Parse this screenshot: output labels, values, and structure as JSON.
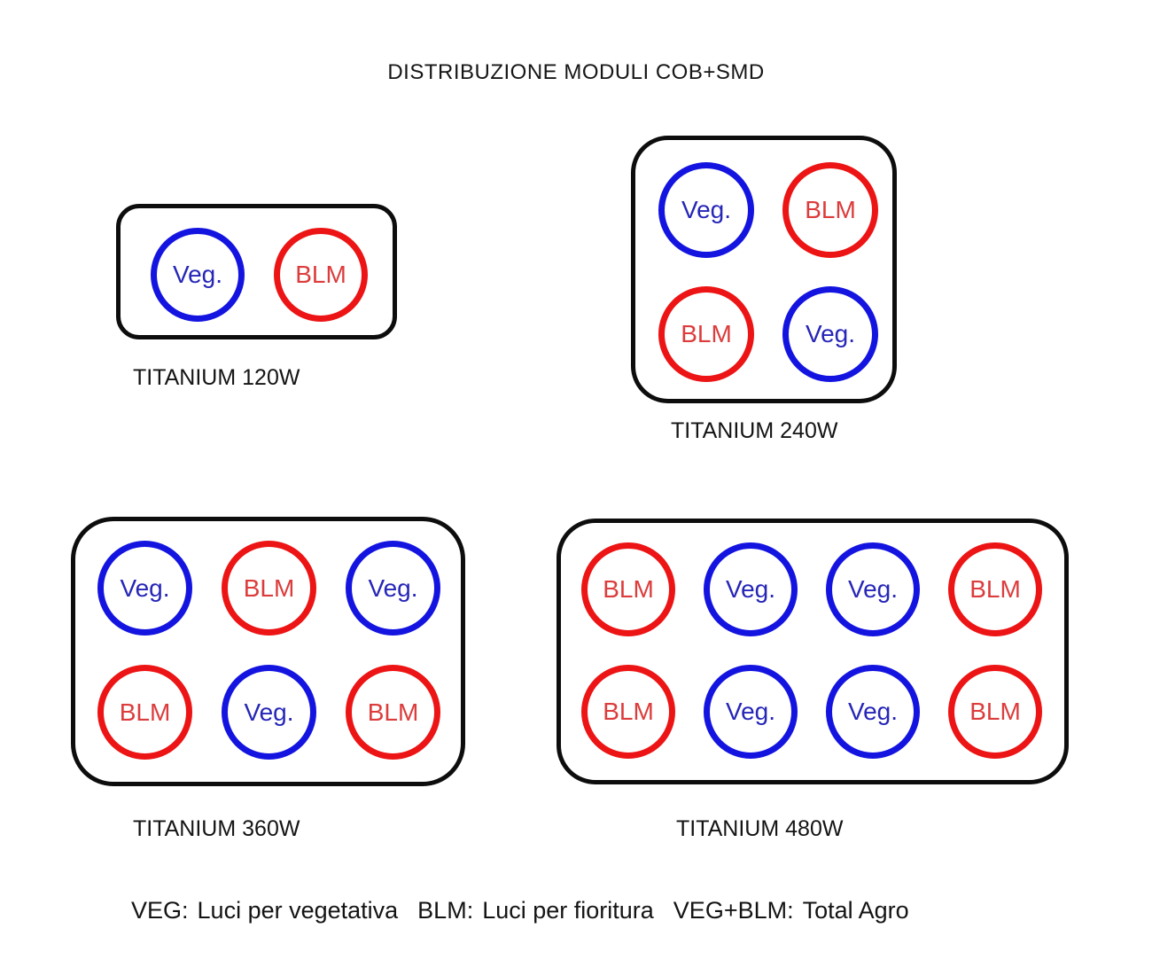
{
  "title": "DISTRIBUZIONE MODULI COB+SMD",
  "module_labels": {
    "veg": "Veg.",
    "blm": "BLM"
  },
  "colors": {
    "veg_ring": "#1414e0",
    "veg_text": "#2626b8",
    "blm_ring": "#ec1414",
    "blm_text": "#dc3c3c",
    "panel_border": "#0d0d0d"
  },
  "panels": [
    {
      "name": "TITANIUM 120W",
      "rows": 1,
      "cols": 2,
      "modules": [
        "veg",
        "blm"
      ]
    },
    {
      "name": "TITANIUM 240W",
      "rows": 2,
      "cols": 2,
      "modules": [
        "veg",
        "blm",
        "blm",
        "veg"
      ]
    },
    {
      "name": "TITANIUM 360W",
      "rows": 2,
      "cols": 3,
      "modules": [
        "veg",
        "blm",
        "veg",
        "blm",
        "veg",
        "blm"
      ]
    },
    {
      "name": "TITANIUM 480W",
      "rows": 2,
      "cols": 4,
      "modules": [
        "blm",
        "veg",
        "veg",
        "blm",
        "blm",
        "veg",
        "veg",
        "blm"
      ]
    }
  ],
  "legend": {
    "items": [
      {
        "term": "VEG:",
        "desc": "Luci per vegetativa"
      },
      {
        "term": "BLM:",
        "desc": "Luci per fioritura"
      },
      {
        "term": "VEG+BLM:",
        "desc": "Total Agro"
      }
    ]
  }
}
